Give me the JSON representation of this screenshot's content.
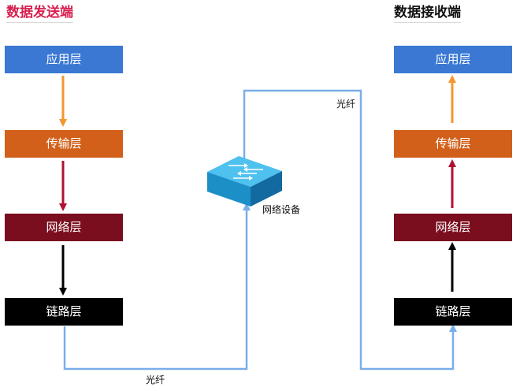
{
  "sender": {
    "title": "数据发送端",
    "layers": [
      {
        "label": "应用层",
        "color": "#3a78d4"
      },
      {
        "label": "传输层",
        "color": "#d2601a"
      },
      {
        "label": "网络层",
        "color": "#7a0d1e"
      },
      {
        "label": "链路层",
        "color": "#000000"
      }
    ]
  },
  "receiver": {
    "title": "数据接收端",
    "layers": [
      {
        "label": "应用层",
        "color": "#3a78d4"
      },
      {
        "label": "传输层",
        "color": "#d2601a"
      },
      {
        "label": "网络层",
        "color": "#7a0d1e"
      },
      {
        "label": "链路层",
        "color": "#000000"
      }
    ]
  },
  "links": {
    "fiber_label_bottom": "光纤",
    "fiber_label_top": "光纤",
    "line_color": "#7aaeea"
  },
  "device": {
    "label": "网络设备",
    "icon": "network-switch-icon"
  },
  "arrows": {
    "orange": "#f5962e",
    "crimson": "#b01232",
    "black": "#000000"
  }
}
